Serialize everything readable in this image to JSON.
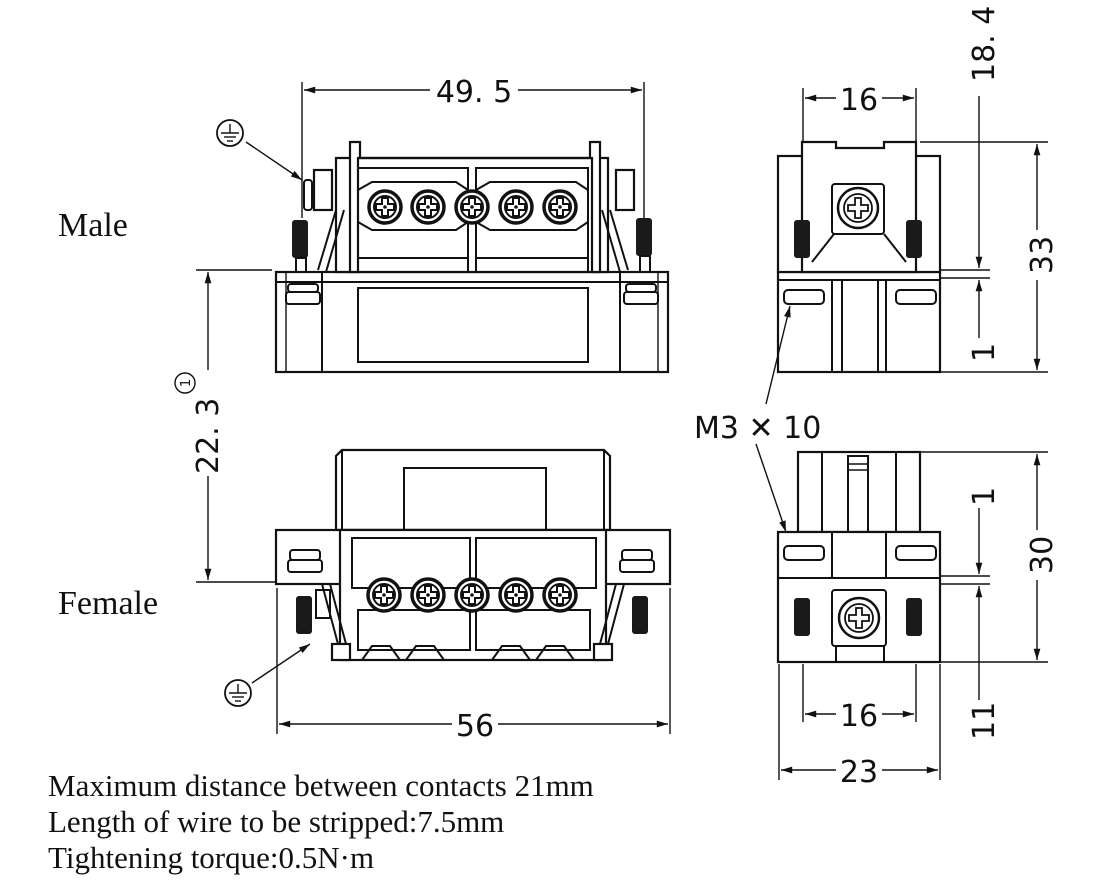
{
  "labels": {
    "male": "Male",
    "female": "Female"
  },
  "dimensions": {
    "male_width": "49. 5",
    "female_width": "56",
    "male_side_pitch": "16",
    "female_side_pitch": "16",
    "female_side_width": "23",
    "mating_height": "22. 3",
    "mating_height_note": "①",
    "male_top_height": "18. 4",
    "male_total_height": "33",
    "male_gap": "1",
    "female_total_height": "30",
    "female_gap": "1",
    "female_lower_height": "11",
    "screw_spec": "M3 ✕ 10"
  },
  "symbols": {
    "ground_top": "ground-symbol",
    "ground_bottom": "ground-symbol"
  },
  "notes": [
    "Maximum distance between contacts 21mm",
    "Length of wire to be stripped:7.5mm",
    "Tightening torque:0.5N·m"
  ]
}
